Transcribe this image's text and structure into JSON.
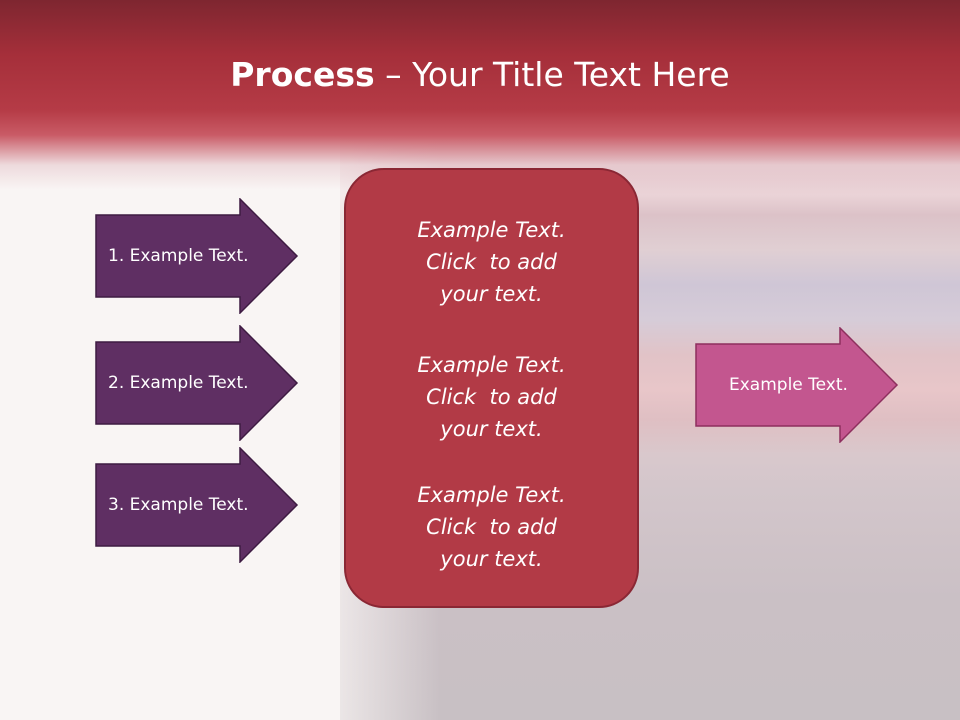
{
  "slide": {
    "title_bold": "Process",
    "title_rest": " – Your Title Text Here"
  },
  "left_steps": [
    {
      "label": "1. Example Text."
    },
    {
      "label": "2. Example Text."
    },
    {
      "label": "3. Example Text."
    }
  ],
  "center_blocks": [
    {
      "lines": [
        "Example Text.",
        "Click  to add",
        "your text."
      ]
    },
    {
      "lines": [
        "Example Text.",
        "Click  to add",
        "your text."
      ]
    },
    {
      "lines": [
        "Example Text.",
        "Click  to add",
        "your text."
      ]
    }
  ],
  "output": {
    "label": "Example Text."
  },
  "colors": {
    "header": "#a52f3a",
    "step_arrow": "#5f2f63",
    "center_box": "#b23a46",
    "output_arrow": "#c3568f"
  }
}
